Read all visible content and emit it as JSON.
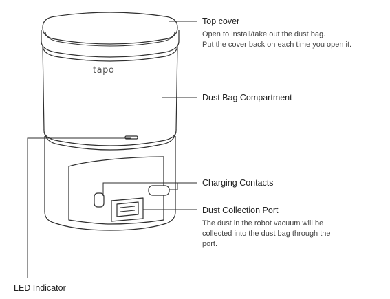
{
  "brand": {
    "logo": "tapo"
  },
  "callouts": {
    "top_cover": {
      "title": "Top cover",
      "lines": [
        "Open to install/take out the dust bag.",
        "Put the cover back on each time you open it."
      ]
    },
    "dust_bag": {
      "title": "Dust Bag Compartment"
    },
    "charging": {
      "title": "Charging Contacts"
    },
    "port": {
      "title": "Dust Collection Port",
      "lines": [
        "The dust in the robot vacuum will be",
        "collected into the dust bag through the",
        "port."
      ]
    },
    "led": {
      "title": "LED Indicator"
    }
  },
  "colors": {
    "line": "#2e2e2e",
    "fill": "#ffffff"
  }
}
